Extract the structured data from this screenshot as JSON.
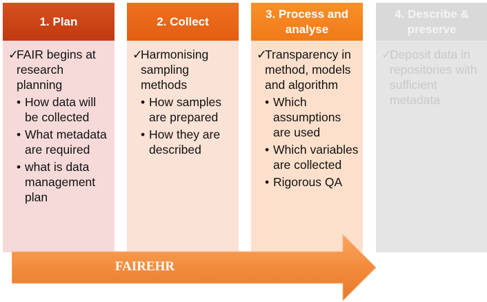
{
  "columns": [
    {
      "header": "1. Plan",
      "main": "FAIR begins at research planning",
      "subs": [
        "How data will be collected",
        "What metadata are required",
        "what is data management plan"
      ]
    },
    {
      "header": "2. Collect",
      "main": "Harmonising sampling methods",
      "subs": [
        "How samples are prepared",
        "How they are described"
      ]
    },
    {
      "header": "3. Process and analyse",
      "main": "Transparency in method, models and algorithm",
      "subs": [
        "Which assumptions are used",
        "Which variables are collected",
        "Rigorous QA"
      ]
    },
    {
      "header": "4. Describe & preserve",
      "main": "Deposit data in repositories with sufficient metadata",
      "subs": []
    }
  ],
  "arrow": {
    "label": "FAIREHR"
  },
  "colors": {
    "plan": "#c8441a",
    "collect": "#e8661a",
    "process": "#f68520",
    "describe": "#d9d9d9",
    "arrow": "#f28c3c"
  }
}
